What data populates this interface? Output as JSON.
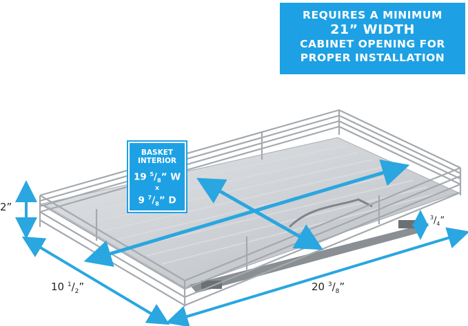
{
  "requirement": {
    "line1": "REQUIRES A MINIMUM",
    "line2": "21” WIDTH",
    "line3": "CABINET OPENING FOR",
    "line4": "PROPER INSTALLATION"
  },
  "interior": {
    "heading1": "BASKET",
    "heading2": "INTERIOR",
    "width_whole": "19",
    "width_num": "5",
    "width_den": "8",
    "width_suffix": "” W",
    "x": "x",
    "depth_whole": "9",
    "depth_num": "7",
    "depth_den": "8",
    "depth_suffix": "” D"
  },
  "dimensions": {
    "height": "2”",
    "depth_whole": "10",
    "depth_num": "1",
    "depth_den": "2",
    "length_whole": "20",
    "length_num": "3",
    "length_den": "8",
    "slide_num": "3",
    "slide_den": "4",
    "quote": "”"
  },
  "colors": {
    "accent": "#1da1e4",
    "arrow": "#2aa6e0",
    "chrome": "#9aa0a6",
    "floor": "#c9ccd0"
  }
}
